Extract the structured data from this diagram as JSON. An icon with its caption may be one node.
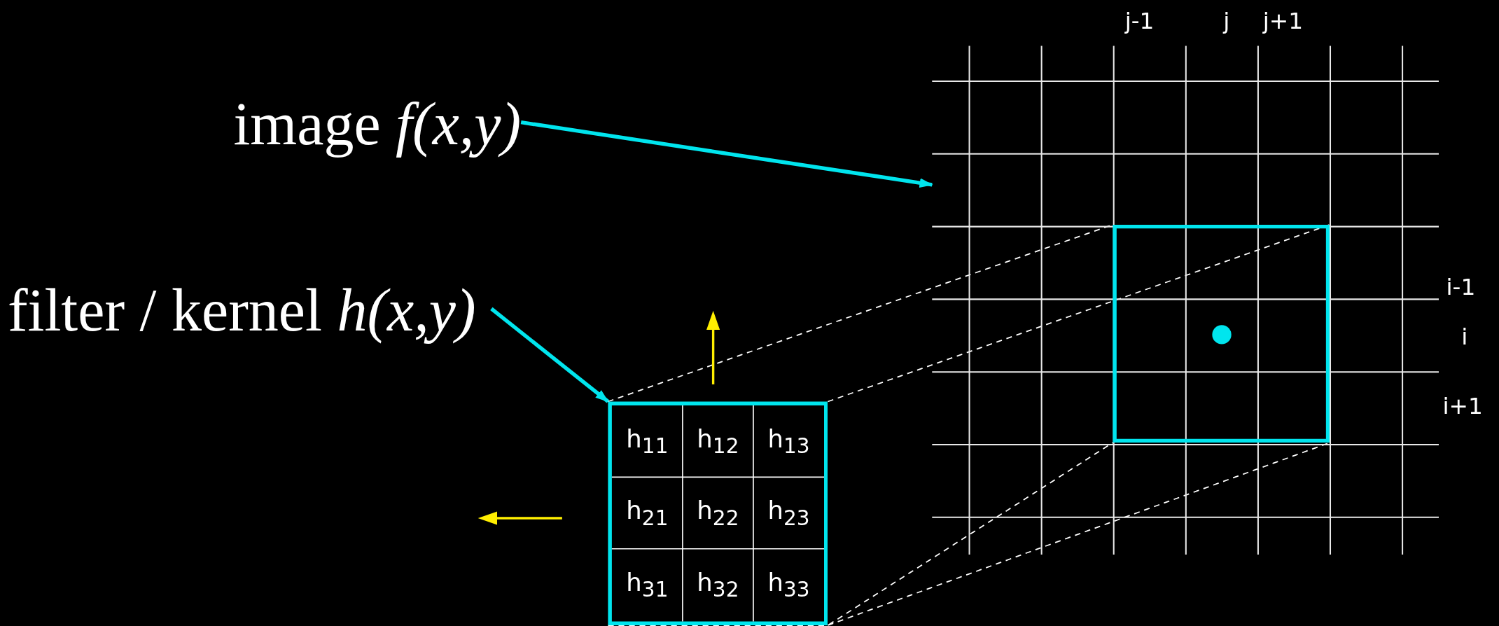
{
  "diagram": {
    "nodes": [
      {
        "text": [
          "image *f(x,y)*"
        ]
      },
      {
        "text": [],
        "shape": "picture"
      },
      {
        "text": [],
        "shape": "box",
        "in": 1
      },
      {
        "text": [
          "filter / kernel *h(x,y)*"
        ]
      },
      {
        "text": [],
        "shape": "box"
      },
      {
        "text": [
          "h$_{11}$"
        ],
        "in": 4
      },
      {
        "text": [
          "h$_{12}$"
        ],
        "in": 4
      },
      {
        "text": [
          "h$_{13}$"
        ],
        "in": 4
      },
      {
        "text": [
          "h$_{21}$"
        ],
        "in": 4
      },
      {
        "text": [
          "h$_{22}$"
        ],
        "in": 4
      },
      {
        "text": [
          "h$_{23}$"
        ],
        "in": 4
      },
      {
        "text": [
          "h$_{31}$"
        ],
        "in": 4
      },
      {
        "text": [
          "h$_{32}$"
        ],
        "in": 4
      },
      {
        "text": [
          "h$_{33}$"
        ],
        "in": 4
      }
    ],
    "edges": [
      {
        "from": 0,
        "to": 1,
        "arrow": "to",
        "style": "thick",
        "color": "#00e5ee"
      },
      {
        "from": 3,
        "to": 4,
        "arrow": "to",
        "style": "thick",
        "color": "#00e5ee"
      },
      {
        "from": 4,
        "to": 2,
        "arrow": "none",
        "style": "dashed"
      },
      {
        "from": 4,
        "to": 2,
        "arrow": "none",
        "style": "dashed"
      },
      {
        "from": 4,
        "to": 2,
        "arrow": "none",
        "style": "dashed"
      },
      {
        "from": 4,
        "to": 2,
        "arrow": "none",
        "style": "dashed"
      }
    ],
    "labels": [
      "j-1",
      "j",
      "j+1",
      "i-1",
      "i",
      "i+1"
    ]
  }
}
